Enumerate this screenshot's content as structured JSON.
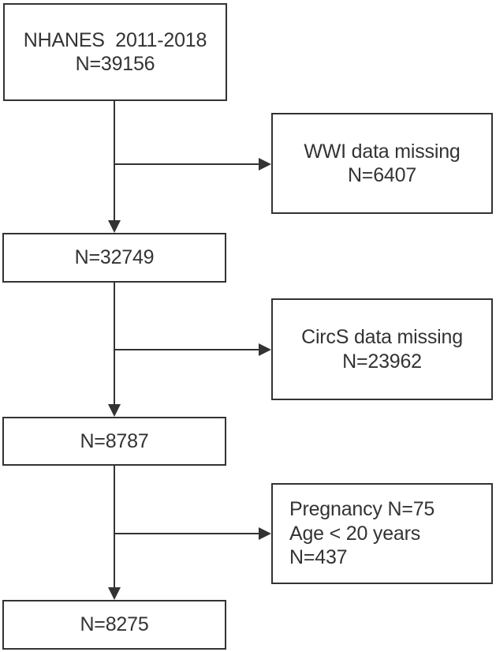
{
  "colors": {
    "ink": "#333333",
    "background": "#ffffff"
  },
  "nodes": {
    "source": {
      "line1": "NHANES  2011-2018",
      "line2": "N=39156"
    },
    "exclusion_wwi": {
      "line1": "WWI data missing",
      "line2": "N=6407"
    },
    "after_wwi": {
      "line1": "N=32749"
    },
    "exclusion_circs": {
      "line1": "CircS data missing",
      "line2": "N=23962"
    },
    "after_circs": {
      "line1": "N=8787"
    },
    "exclusion_pregnancy_age": {
      "line1": "Pregnancy N=75",
      "line2": "Age < 20 years  N=437"
    },
    "final": {
      "line1": "N=8275"
    }
  }
}
